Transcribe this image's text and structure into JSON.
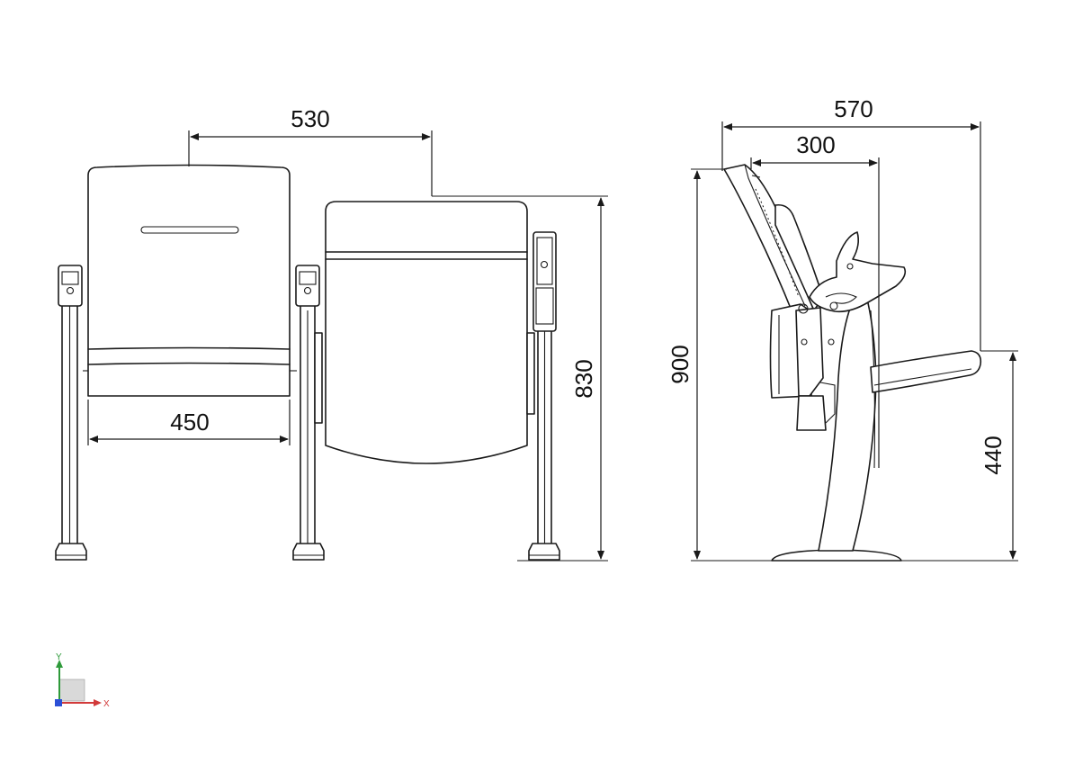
{
  "dimensions": {
    "front_width_530": "530",
    "front_seat_450": "450",
    "front_height_830": "830",
    "side_depth_570": "570",
    "side_depth_300": "300",
    "side_height_900": "900",
    "side_seat_440": "440"
  },
  "axis_triad": {
    "y_label": "Y",
    "x_label": "X"
  },
  "colors": {
    "line": "#1a1a1a",
    "axis_y": "#2e9a3a",
    "axis_x": "#d23a3a",
    "axis_origin": "#2b4fd6",
    "axis_plane": "#d9d9d9"
  }
}
